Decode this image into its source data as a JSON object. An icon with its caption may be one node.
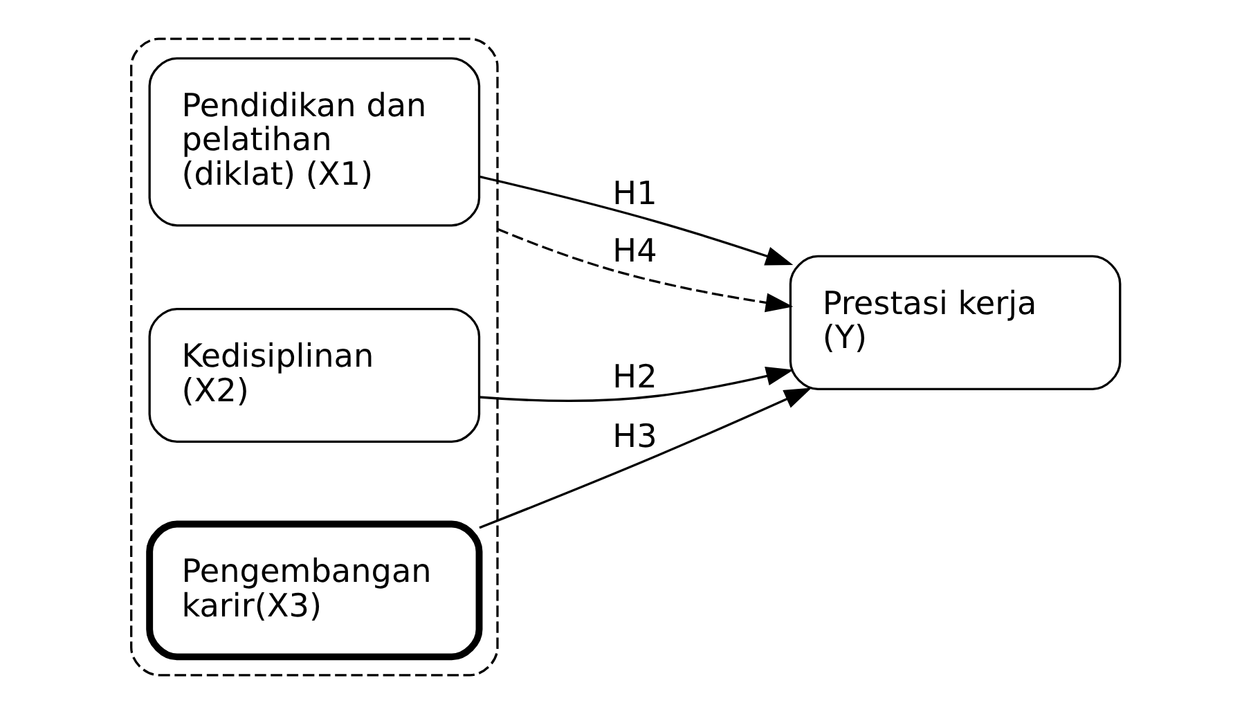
{
  "diagram": {
    "nodes": [
      {
        "text": [],
        "shape": "box"
      },
      {
        "text": [
          "Pendidikan dan pelatihan (diklat) (X1)"
        ],
        "in": 0
      },
      {
        "text": [
          "Kedisiplinan (X2)"
        ],
        "in": 0
      },
      {
        "text": [
          "Pengembangan karir(X3)"
        ],
        "in": 0
      },
      {
        "text": [
          "Prestasi kerja (Y)"
        ]
      }
    ],
    "edges": [
      {
        "from": 1,
        "to": 4,
        "arrow": "to",
        "label": "H1"
      },
      {
        "from": 2,
        "to": 4,
        "arrow": "to",
        "label": "H2"
      },
      {
        "from": 3,
        "to": 4,
        "arrow": "to",
        "label": "H3"
      },
      {
        "from": 0,
        "to": 4,
        "arrow": "to",
        "label": "H4",
        "style": "dashed"
      }
    ]
  }
}
